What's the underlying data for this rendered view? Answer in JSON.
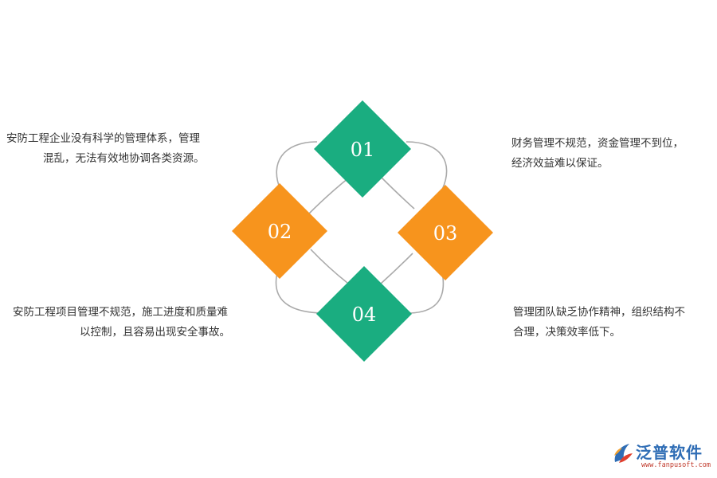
{
  "diagram": {
    "items": [
      {
        "number": "01",
        "color": "#1aad80",
        "text_lines": [
          "安防工程企业没有科学的管理体系，管理",
          "混乱，无法有效地协调各类资源。"
        ]
      },
      {
        "number": "02",
        "color": "#f7941d",
        "text_lines": [
          "安防工程项目管理不规范，施工进度和质量难",
          "以控制，且容易出现安全事故。"
        ]
      },
      {
        "number": "03",
        "color": "#f7941d",
        "text_lines": [
          "财务管理不规范，资金管理不到位，",
          "经济效益难以保证。"
        ]
      },
      {
        "number": "04",
        "color": "#1aad80",
        "text_lines": [
          "管理团队缺乏协作精神，组织结构不",
          "合理，决策效率低下。"
        ]
      }
    ],
    "connector_color": "#aaaaaa"
  },
  "logo": {
    "name": "泛普软件",
    "url": "www.fanpusoft.com",
    "brand_color": "#2f6db5",
    "url_color": "#c0392b"
  }
}
